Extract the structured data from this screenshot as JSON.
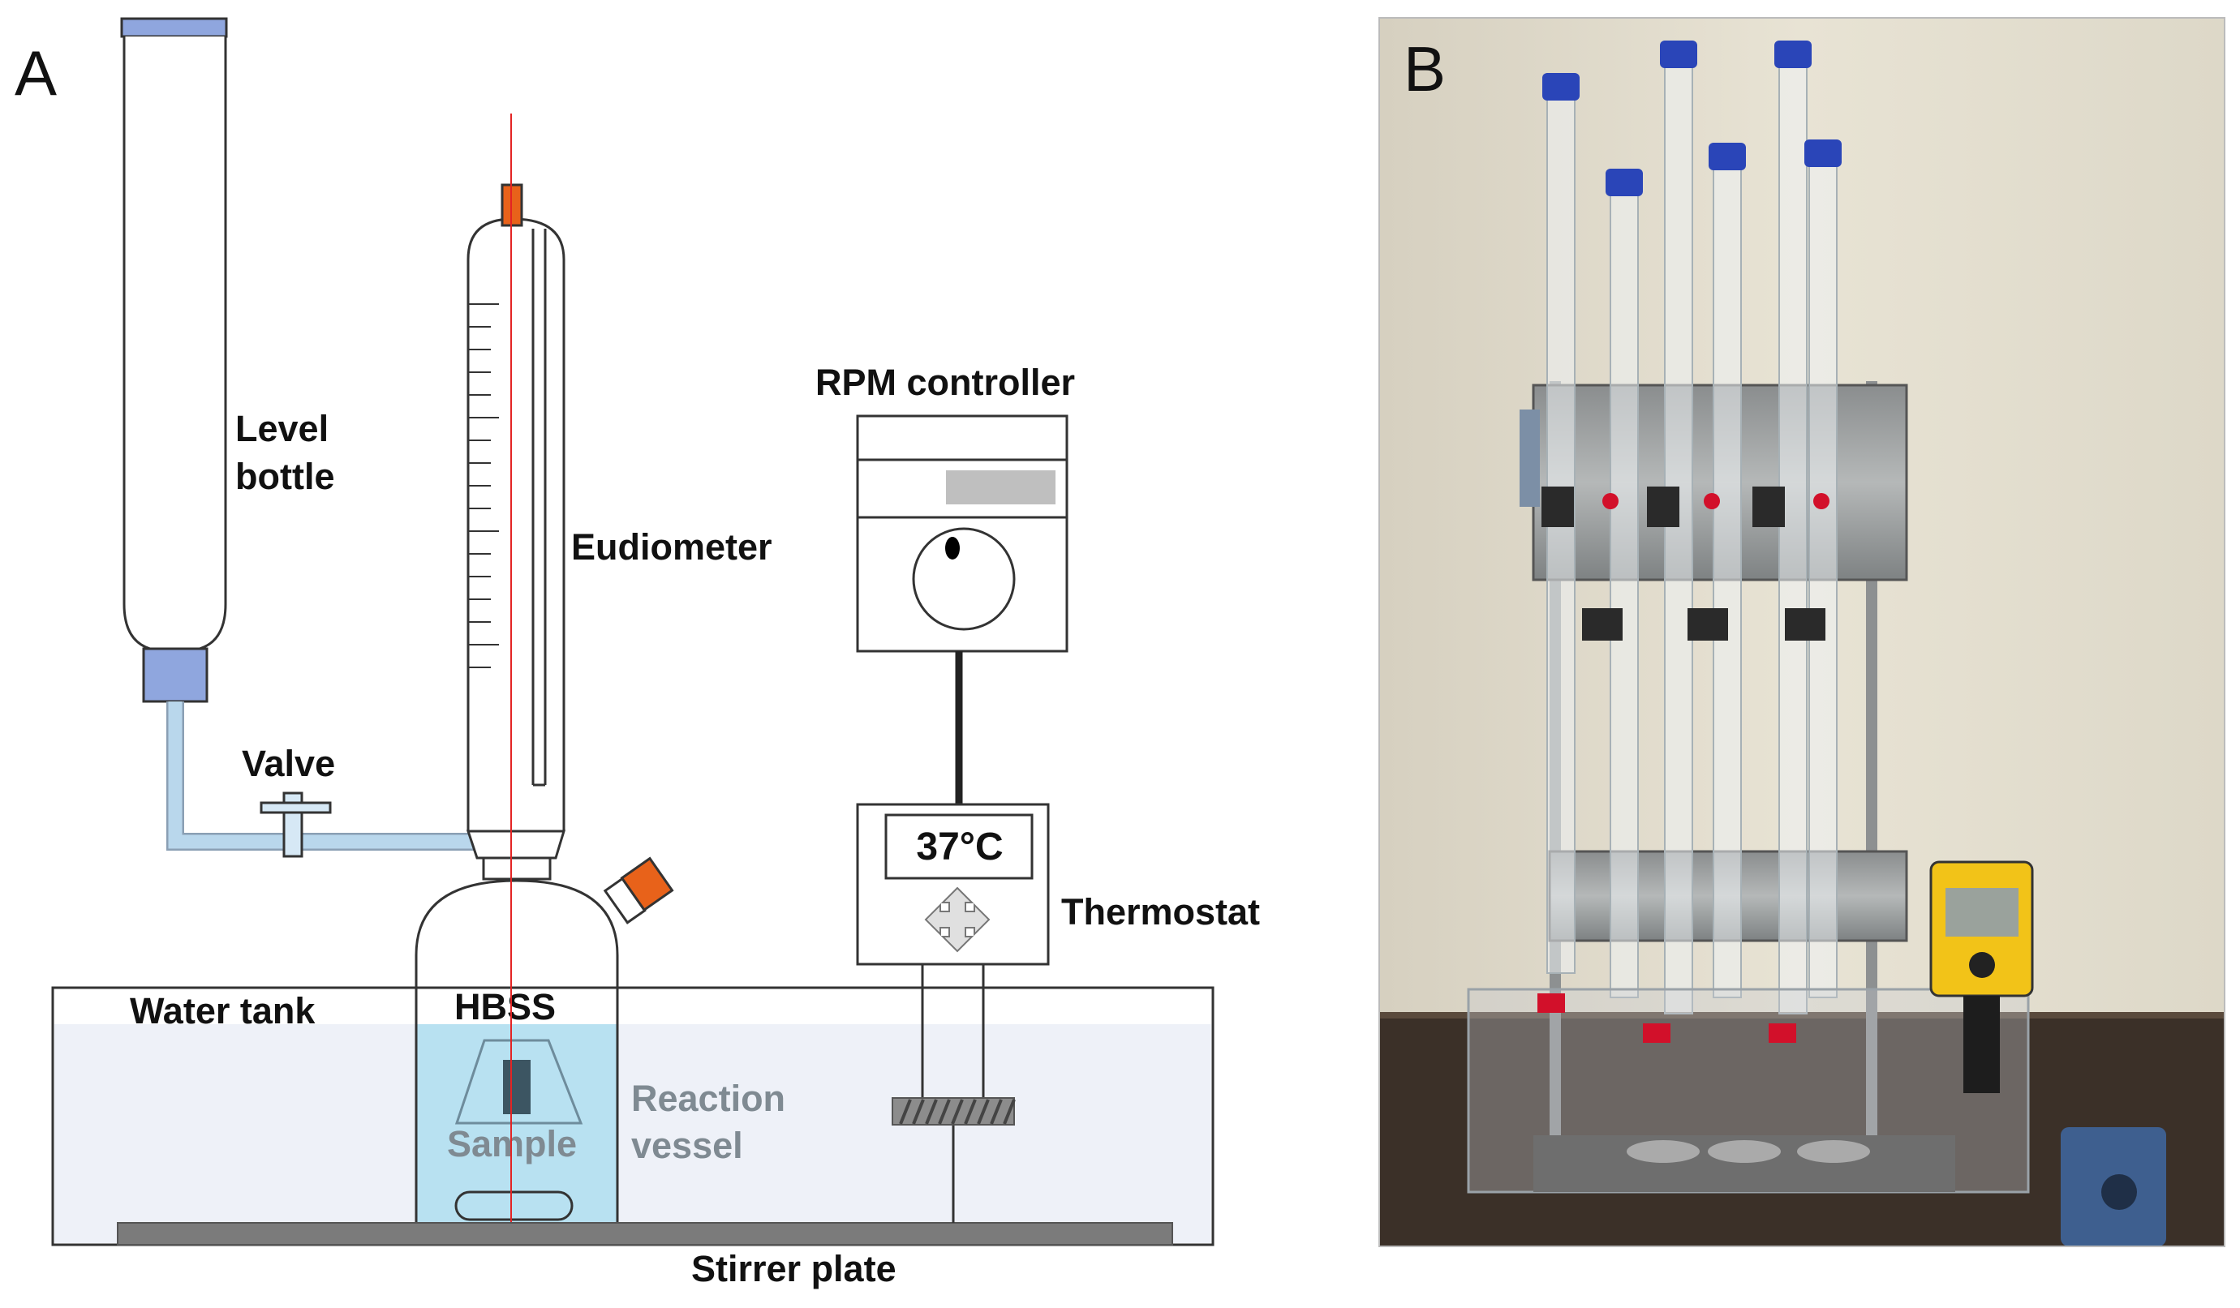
{
  "panel_a": {
    "panel_label": "A",
    "labels": {
      "level_bottle_1": "Level",
      "level_bottle_2": "bottle",
      "valve": "Valve",
      "eudiometer": "Eudiometer",
      "rpm_controller": "RPM controller",
      "thermostat": "Thermostat",
      "thermostat_display": "37°C",
      "water_tank": "Water tank",
      "hbss": "HBSS",
      "sample": "Sample",
      "reaction_vessel_1": "Reaction",
      "reaction_vessel_2": "vessel",
      "stirrer_plate": "Stirrer plate"
    }
  },
  "panel_b": {
    "panel_label": "B"
  },
  "colors": {
    "cap_blue": "#8fa6de",
    "tube_light_blue": "#b9d7ec",
    "orange_stopper": "#e8621a",
    "hbss_fill": "#b8e1f1",
    "water_fill": "#eef1f8",
    "sample_dark": "#3c5562",
    "stirrer_plate_grey": "#7b7b7b",
    "red_line": "#e32424",
    "display_grey": "#bfbfbf",
    "photo_wall": "#e4dfd0",
    "photo_cap": "#2a45b8",
    "photo_bench": "#3b3028"
  }
}
